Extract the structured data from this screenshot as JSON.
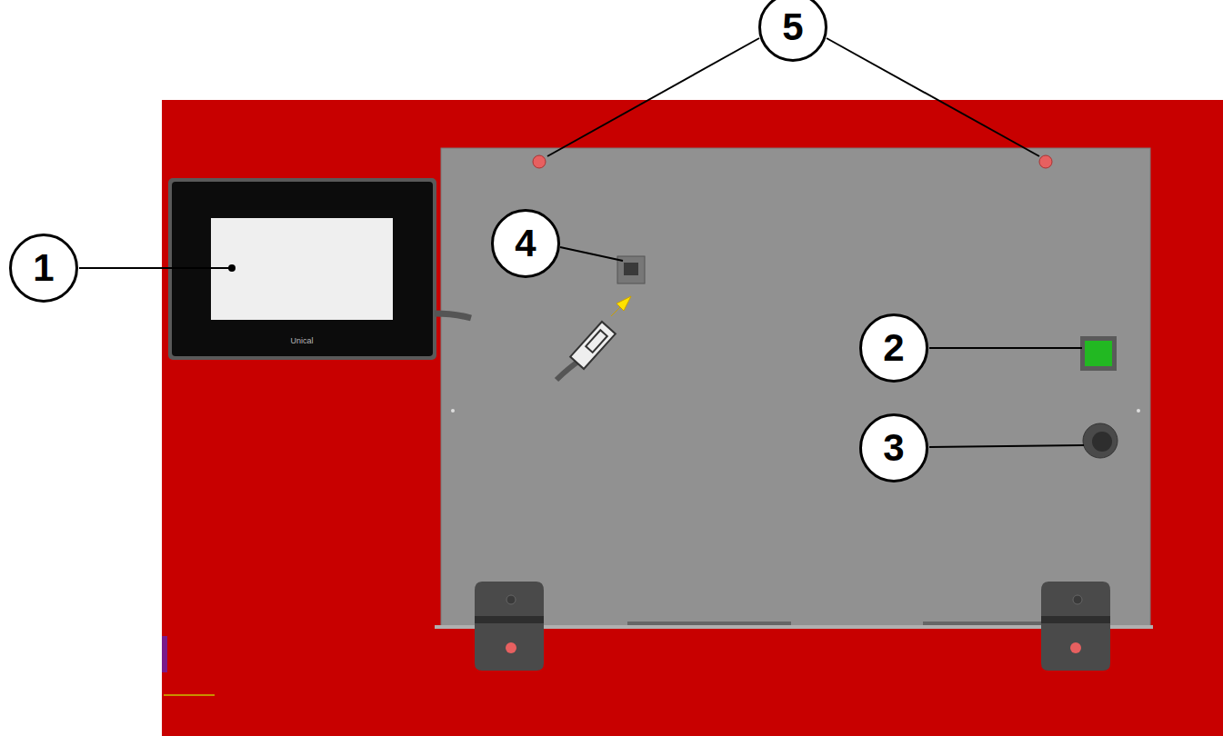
{
  "diagram": {
    "nodes": [
      {
        "text": [
          "5"
        ]
      },
      {
        "text": [
          "1"
        ]
      },
      {
        "text": [
          "4"
        ]
      },
      {
        "text": [
          "2"
        ]
      },
      {
        "text": [
          "3"
        ]
      }
    ],
    "labels": [
      "Unical"
    ]
  }
}
